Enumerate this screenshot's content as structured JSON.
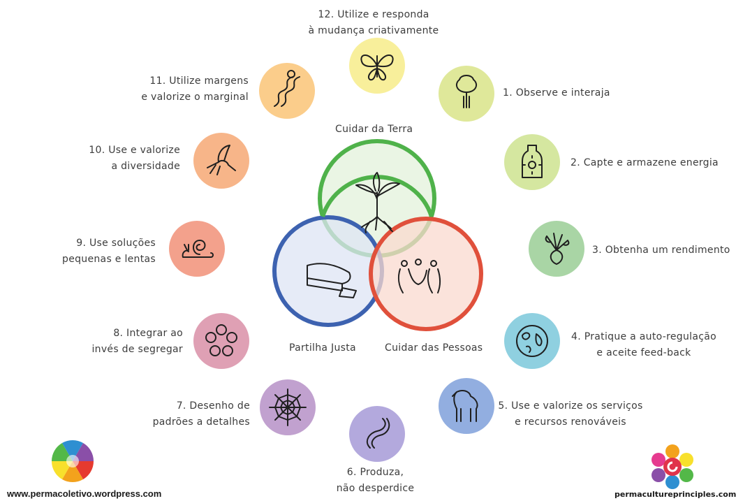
{
  "center": {
    "earth": "Cuidar da Terra",
    "fair_share": "Partilha Justa",
    "people": "Cuidar das Pessoas"
  },
  "principles": [
    {
      "id": 1,
      "text": "1. Observe e interaja",
      "color": "#dfe89a",
      "icon": "tree-icon"
    },
    {
      "id": 2,
      "text": "2. Capte e armazene energia",
      "color": "#d5e7a0",
      "icon": "bottle-sun-icon"
    },
    {
      "id": 3,
      "text": "3. Obtenha um rendimento",
      "color": "#a9d5a5",
      "icon": "beet-icon"
    },
    {
      "id": 4,
      "text": "4. Pratique a auto-regulação\ne aceite feed-back",
      "color": "#8fd0e0",
      "icon": "globe-icon"
    },
    {
      "id": 5,
      "text": "5. Use e valorize os serviços\ne recursos renováveis",
      "color": "#92aee0",
      "icon": "horse-icon"
    },
    {
      "id": 6,
      "text": "6. Produza,\nnão desperdice",
      "color": "#b3a9dd",
      "icon": "worm-icon"
    },
    {
      "id": 7,
      "text": "7. Desenho de\npadrões a detalhes",
      "color": "#c1a1cf",
      "icon": "spiderweb-icon"
    },
    {
      "id": 8,
      "text": "8. Integrar ao\ninvés de segregar",
      "color": "#dfa0b4",
      "icon": "flower-ring-icon"
    },
    {
      "id": 9,
      "text": "9. Use soluções\npequenas e lentas",
      "color": "#f3a18c",
      "icon": "snail-icon"
    },
    {
      "id": 10,
      "text": "10. Use e valorize\na diversidade",
      "color": "#f7b589",
      "icon": "hummingbird-icon"
    },
    {
      "id": 11,
      "text": "11. Utilize margens\ne valorize o marginal",
      "color": "#fbcd8b",
      "icon": "river-icon"
    },
    {
      "id": 12,
      "text": "12. Utilize e responda\nà mudança criativamente",
      "color": "#f8ef9b",
      "icon": "butterfly-icon"
    }
  ],
  "colors": {
    "earth_ring": "#4fb24a",
    "fair_share_ring": "#3d62b0",
    "people_ring": "#e0503b"
  },
  "footer": {
    "left_url": "www.permacoletivo.wordpress.com",
    "right_url": "permacultureprinciples.com"
  }
}
